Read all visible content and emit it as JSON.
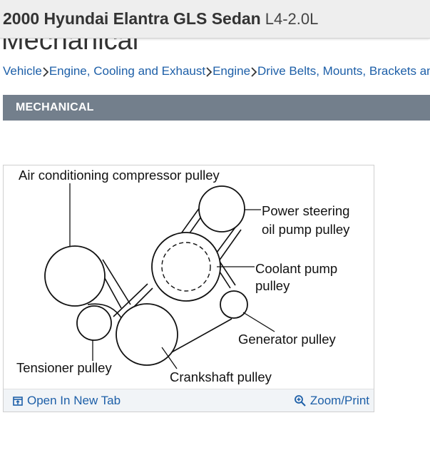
{
  "page": {
    "heading": "Mechanical"
  },
  "vehicle": {
    "name": "2000 Hyundai Elantra GLS Sedan",
    "engine": "L4-2.0L"
  },
  "breadcrumb": {
    "items": [
      "Vehicle",
      "Engine, Cooling and Exhaust",
      "Engine",
      "Drive Belts, Mounts, Brackets and Accessories"
    ]
  },
  "section": {
    "title": "MECHANICAL"
  },
  "figure": {
    "labels": {
      "ac_compressor": "Air conditioning compressor pulley",
      "power_steering_1": "Power steering",
      "power_steering_2": "oil pump pulley",
      "coolant_1": "Coolant pump",
      "coolant_2": "pulley",
      "generator": "Generator pulley",
      "tensioner": "Tensioner pulley",
      "crankshaft": "Crankshaft pulley"
    },
    "actions": {
      "open_new_tab": "Open In New Tab",
      "zoom_print": "Zoom/Print"
    },
    "icons": {
      "open_new_tab": "open-new-tab-icon",
      "zoom": "zoom-in-icon"
    }
  },
  "colors": {
    "link": "#1d5fa8",
    "section_bar": "#737f8c",
    "vehicle_bar": "#eeeeee"
  }
}
